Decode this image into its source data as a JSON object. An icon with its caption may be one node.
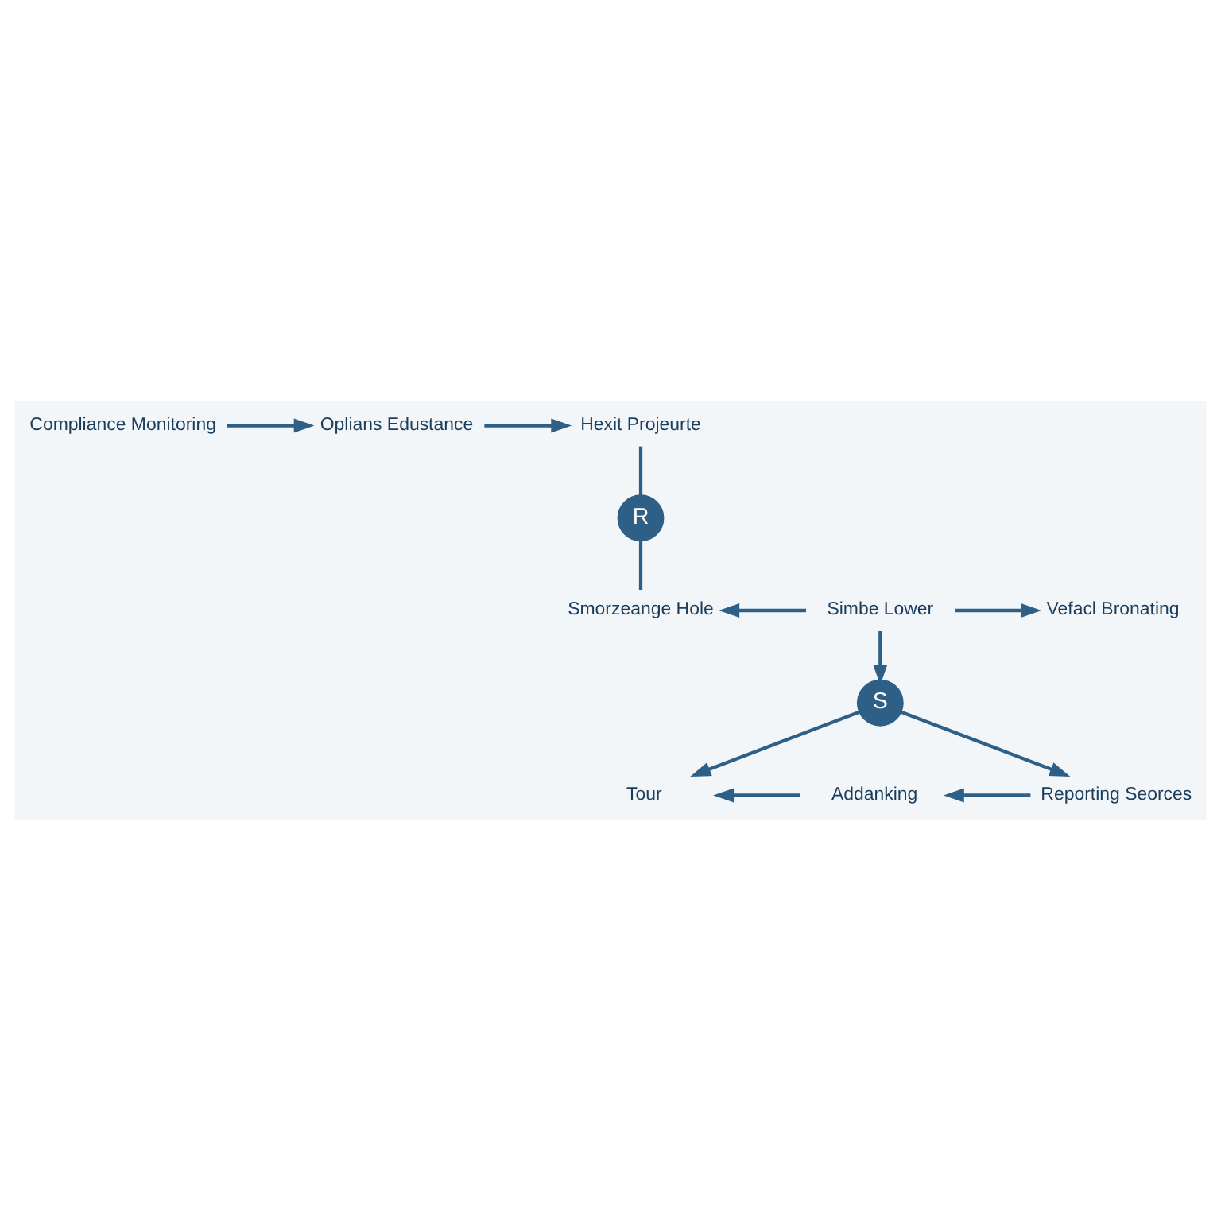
{
  "diagram": {
    "nodes": [
      {
        "text": [
          "Compliance Monitoring"
        ]
      },
      {
        "text": [
          "Oplians Edustance"
        ]
      },
      {
        "text": [
          "Hexit Projeurte"
        ]
      },
      {
        "text": [
          "R"
        ]
      },
      {
        "text": [
          "Smorzeange Hole"
        ]
      },
      {
        "text": [
          "Simbe Lower"
        ]
      },
      {
        "text": [
          "Vefacl Bronating"
        ]
      },
      {
        "text": [
          "S"
        ]
      },
      {
        "text": [
          "Tour"
        ]
      },
      {
        "text": [
          "Addanking"
        ]
      },
      {
        "text": [
          "Reporting Seorces"
        ]
      }
    ],
    "edges": [
      {
        "from": 0,
        "to": 1,
        "arrow": "to"
      },
      {
        "from": 1,
        "to": 2,
        "arrow": "to"
      },
      {
        "from": 2,
        "to": 3,
        "arrow": "none"
      },
      {
        "from": 3,
        "to": 4,
        "arrow": "none"
      },
      {
        "from": 5,
        "to": 4,
        "arrow": "to"
      },
      {
        "from": 5,
        "to": 6,
        "arrow": "to"
      },
      {
        "from": 5,
        "to": 7,
        "arrow": "to"
      },
      {
        "from": 7,
        "to": 8,
        "arrow": "to"
      },
      {
        "from": 7,
        "to": 10,
        "arrow": "to"
      },
      {
        "from": 10,
        "to": 9,
        "arrow": "to"
      },
      {
        "from": 9,
        "to": 8,
        "arrow": "to"
      }
    ]
  }
}
